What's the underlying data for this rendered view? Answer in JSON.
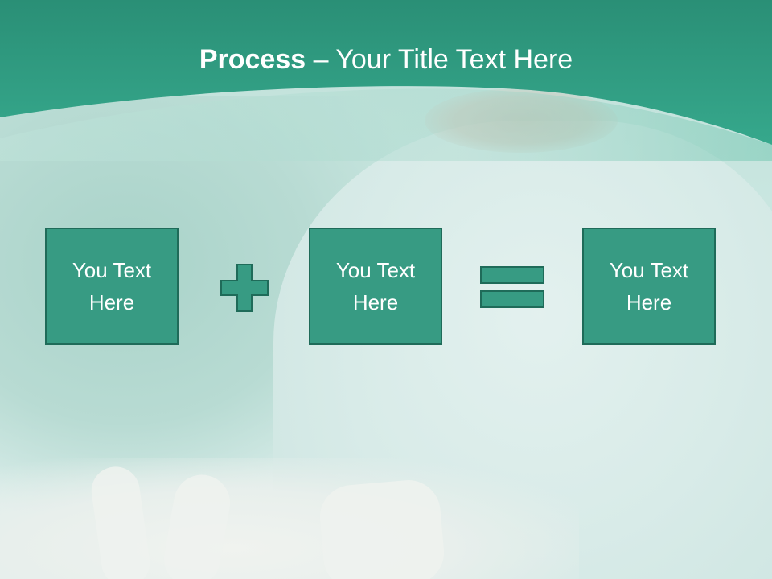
{
  "slide": {
    "title_bold": "Process",
    "title_rest": " – Your Title Text Here",
    "boxes": [
      {
        "text": "You Text Here"
      },
      {
        "text": "You Text Here"
      },
      {
        "text": "You Text Here"
      }
    ],
    "operators": [
      "plus-icon",
      "equals-icon"
    ]
  },
  "colors": {
    "header_teal": "#2f9c82",
    "box_fill": "#379b83",
    "box_border": "#1f6b59",
    "text": "#ffffff"
  }
}
